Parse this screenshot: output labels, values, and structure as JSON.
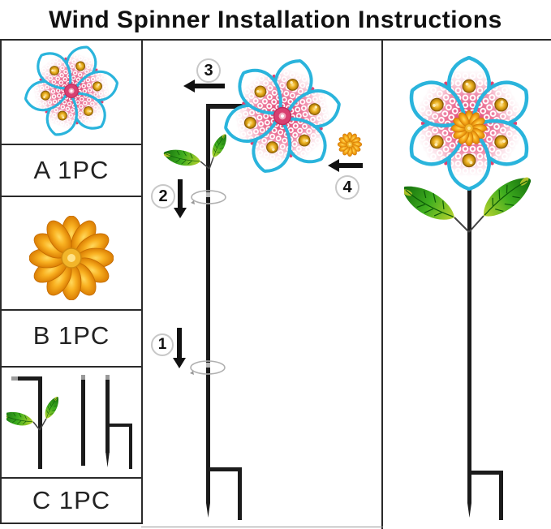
{
  "title": "Wind Spinner Installation Instructions",
  "parts": [
    {
      "label": "A 1PC"
    },
    {
      "label": "B 1PC"
    },
    {
      "label": "C 1PC"
    }
  ],
  "steps": {
    "step1": "1",
    "step2": "2",
    "step3": "3",
    "step4": "4"
  },
  "colors": {
    "petal-blue": "#2ab4dc",
    "petal-pink": "#e0406f",
    "gem-gold": "#e3a615",
    "cap-orange": "#f6a71c",
    "leaf-green": "#47b522",
    "pole-black": "#1b1b1b",
    "line-dark": "#2a2a2a",
    "badge-border": "#c8c8c8",
    "swirl-gray": "#b0b0b0",
    "text-dark": "#1c1c1c"
  }
}
